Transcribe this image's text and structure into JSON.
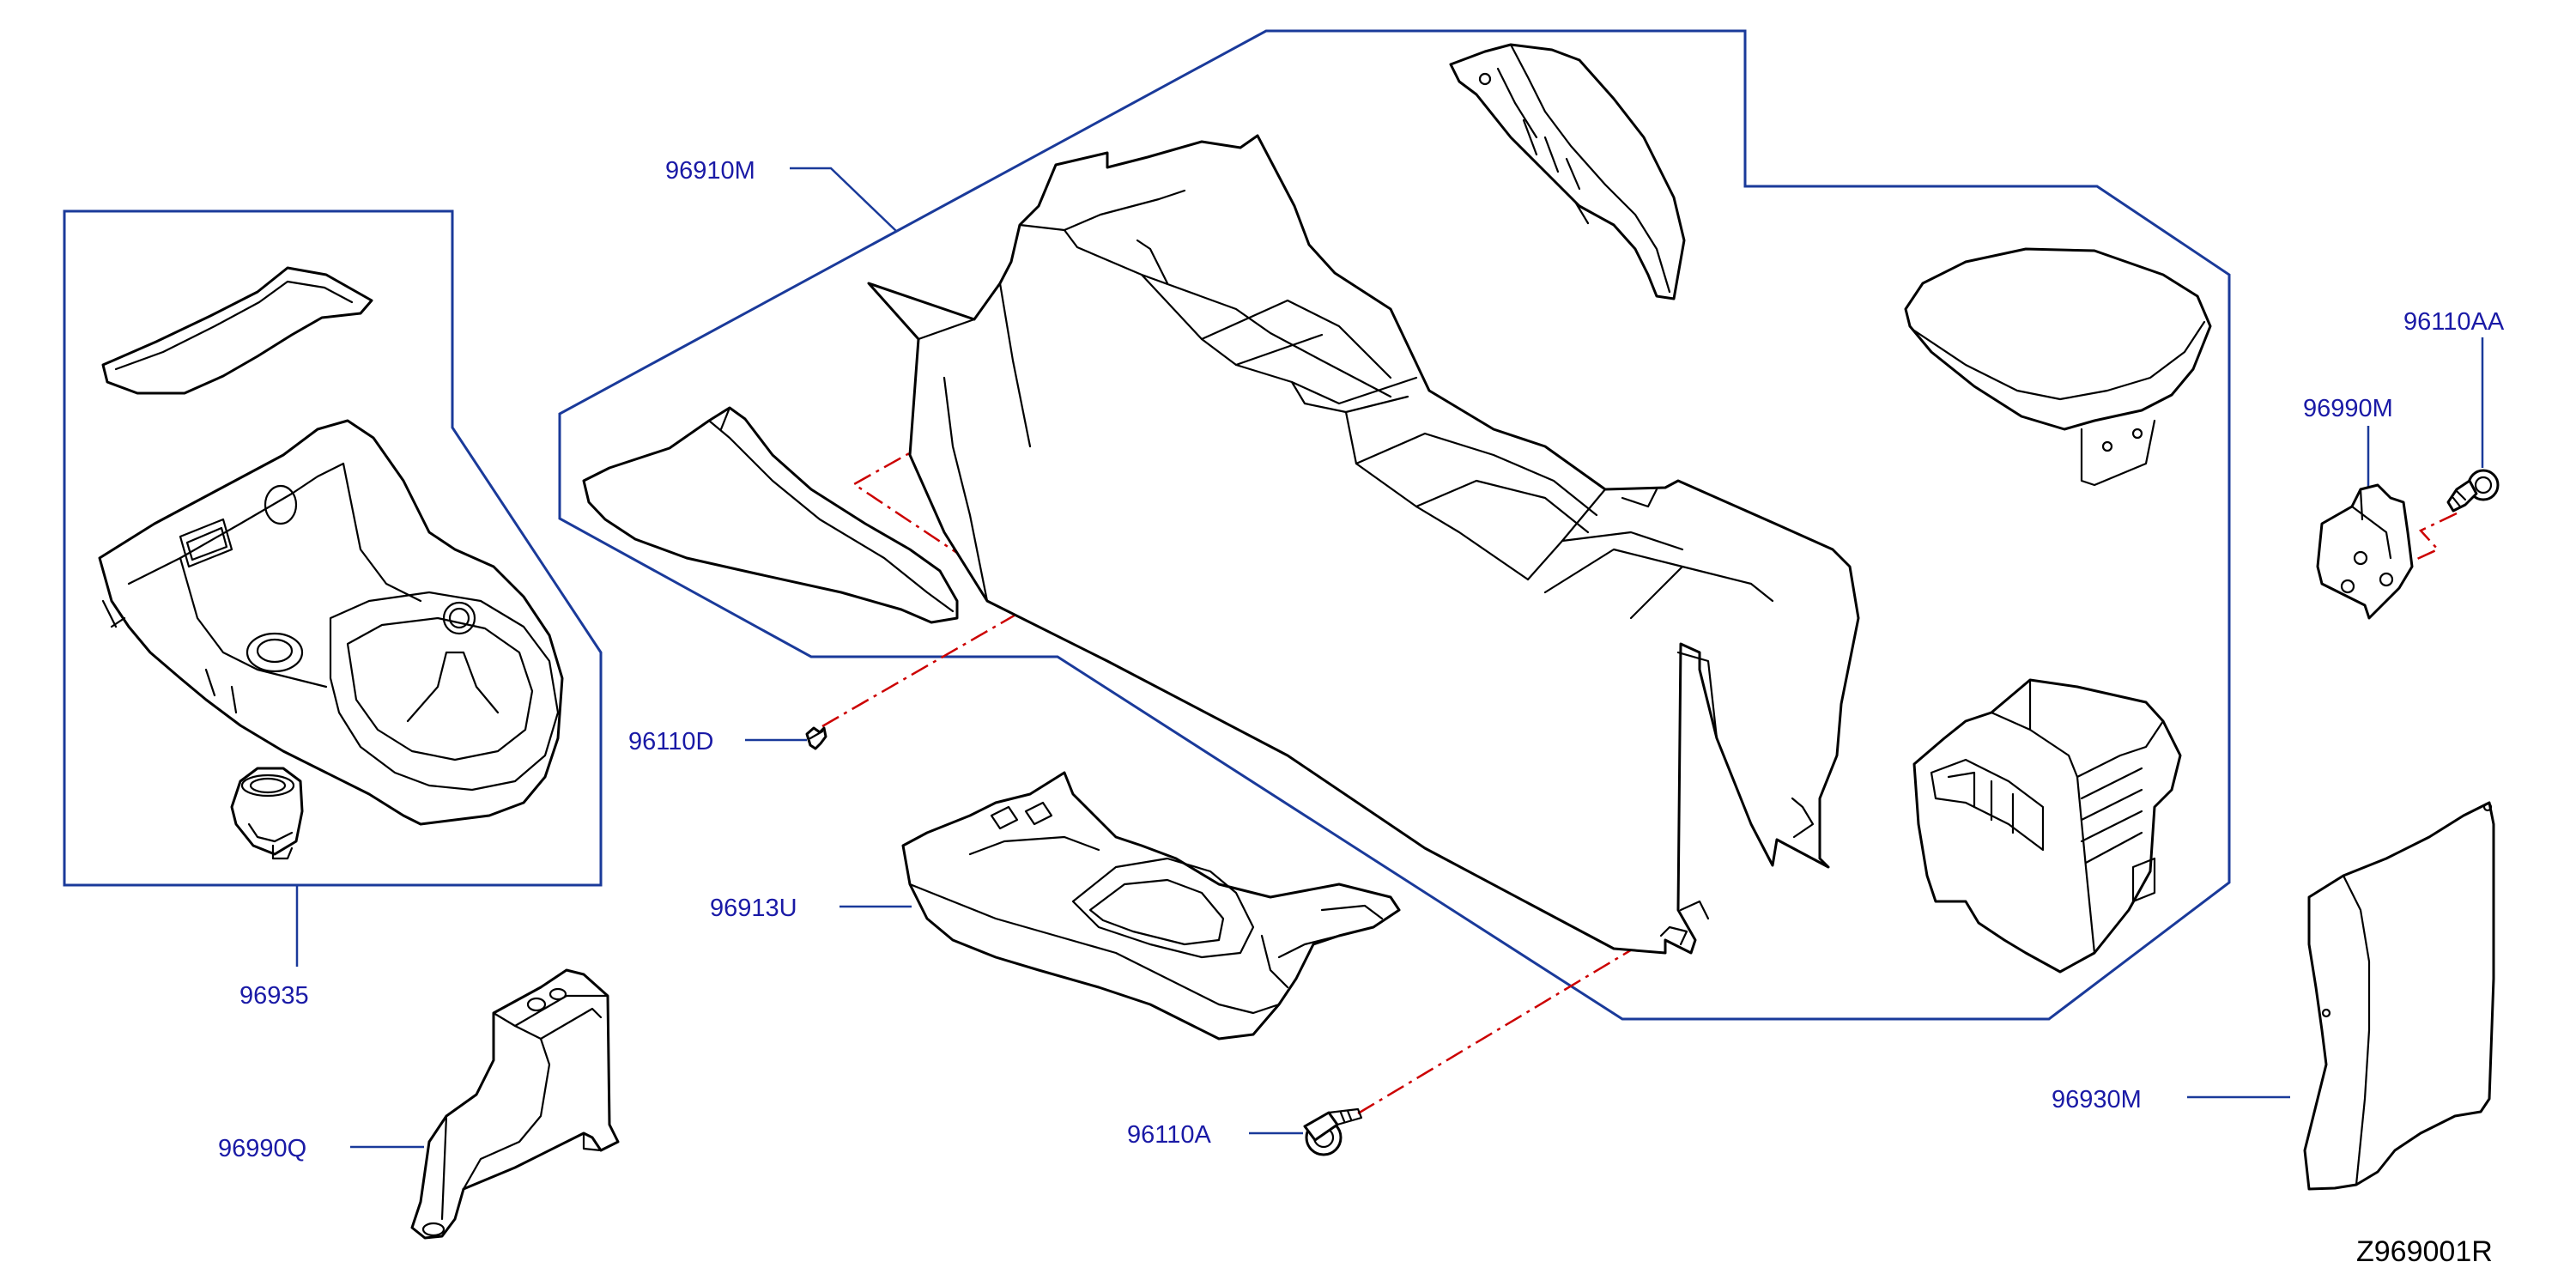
{
  "diagram_code": "Z969001R",
  "callouts": {
    "p96910M": "96910M",
    "p96935": "96935",
    "p96110D": "96110D",
    "p96913U": "96913U",
    "p96990Q": "96990Q",
    "p96110A": "96110A",
    "p96110AA": "96110AA",
    "p96990M": "96990M",
    "p96930M": "96930M"
  },
  "colors": {
    "callout_text": "#1a1aa6",
    "leader_line": "#1a3a9a",
    "fastener_line": "#cc0000",
    "part_outline": "#000000"
  }
}
